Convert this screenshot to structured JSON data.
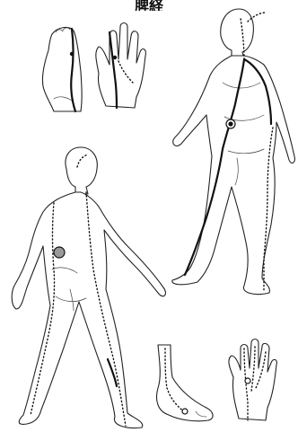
{
  "title": "脾経",
  "colors": {
    "outline": "#222222",
    "meridian": "#111111",
    "point_fill": "#999999",
    "background": "#ffffff"
  },
  "legend": {
    "surface_channel": "solid-line",
    "deep_channel": "dotted-line"
  }
}
